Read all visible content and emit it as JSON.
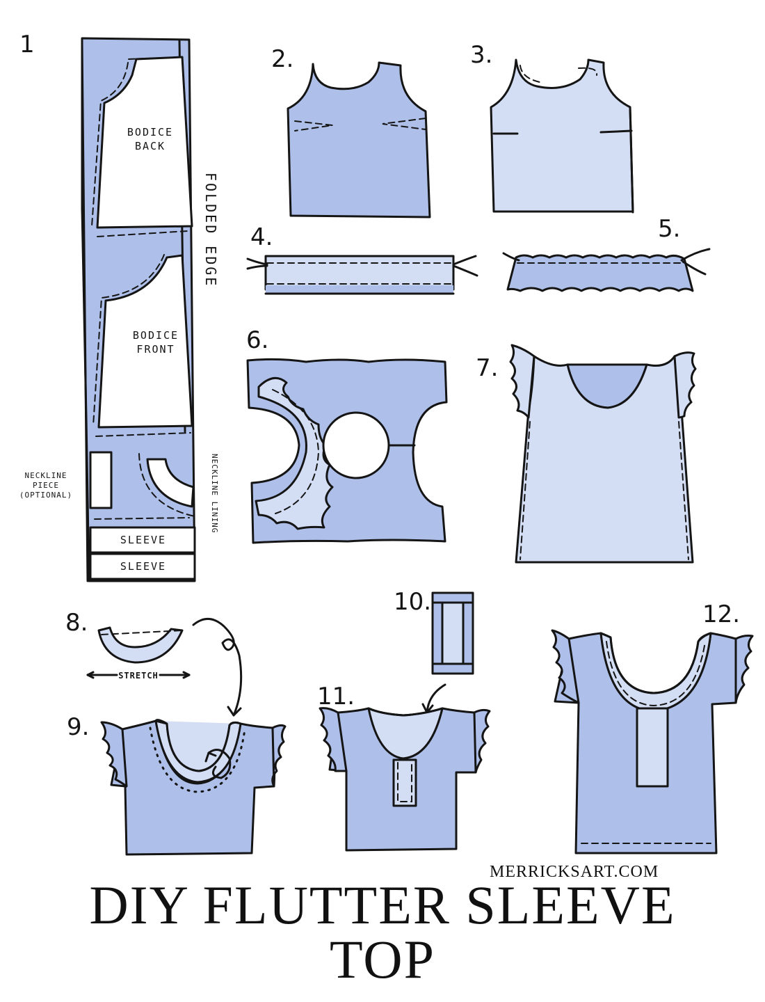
{
  "colors": {
    "fabric": "#aec0ea",
    "fabric_light": "#d3ddf4",
    "ink": "#151515"
  },
  "steps": [
    "1",
    "2.",
    "3.",
    "4.",
    "5.",
    "6.",
    "7.",
    "8.",
    "9.",
    "10.",
    "11.",
    "12."
  ],
  "labels": {
    "bodice_back": [
      "BODICE",
      "BACK"
    ],
    "bodice_front": [
      "BODICE",
      "FRONT"
    ],
    "folded_edge": "FOLDED EDGE",
    "neckline_piece": [
      "NECKLINE",
      "PIECE",
      "(OPTIONAL)"
    ],
    "neckline_lining": "NECKLINE LINING",
    "sleeve": "SLEEVE",
    "stretch": "STRETCH"
  },
  "footer": {
    "site": "MERRICKSART.COM",
    "title_line1": "DIY FLUTTER SLEEVE",
    "title_line2": "TOP"
  }
}
